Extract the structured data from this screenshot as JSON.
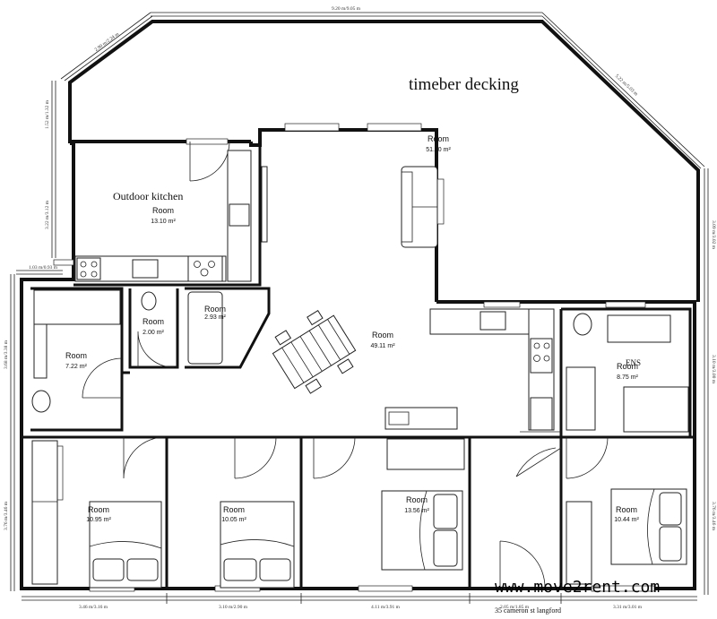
{
  "title": "timeber decking",
  "dimensions": {
    "top": "9.20 m/9.05 m",
    "top_left_diag": "2.90 m/2.24 m",
    "top_right_diag": "5.22 m/5.03 m",
    "left_upper": "1.52 m/1.32 m",
    "left_mid": "3.22 m/3.12 m",
    "left_step": "1.03 m/0.93 m",
    "left_lower": "3.68 m/3.38 m",
    "left_bottom": "3.76 m/3.46 m",
    "right_upper": "3.09 m/3.02 m",
    "right_mid": "3.10 m/3.00 m",
    "right_lower": "3.76 m/3.46 m",
    "bottom_1": "3.46 m/3.16 m",
    "bottom_2": "3.10 m/2.90 m",
    "bottom_3": "4.11 m/3.91 m",
    "bottom_4": "2.05 m/1.85 m",
    "bottom_5": "3.31 m/3.01 m"
  },
  "labels": {
    "outdoor_kitchen": "Outdoor kitchen",
    "ens": "ENS"
  },
  "rooms": [
    {
      "name": "Room",
      "area": "51.70 m²"
    },
    {
      "name": "Room",
      "area": "13.10 m²"
    },
    {
      "name": "Room",
      "area": "7.22 m²"
    },
    {
      "name": "Room",
      "area": "2.00 m²"
    },
    {
      "name": "Room",
      "area": "2.93 m²"
    },
    {
      "name": "Room",
      "area": "49.11 m²"
    },
    {
      "name": "Room",
      "area": "8.75 m²"
    },
    {
      "name": "Room",
      "area": "10.95 m²"
    },
    {
      "name": "Room",
      "area": "10.05 m²"
    },
    {
      "name": "Room",
      "area": "13.56 m²"
    },
    {
      "name": "Room",
      "area": "10.44 m²"
    }
  ],
  "watermark": "www.move2rent.com",
  "address": "35 cameron st langford"
}
